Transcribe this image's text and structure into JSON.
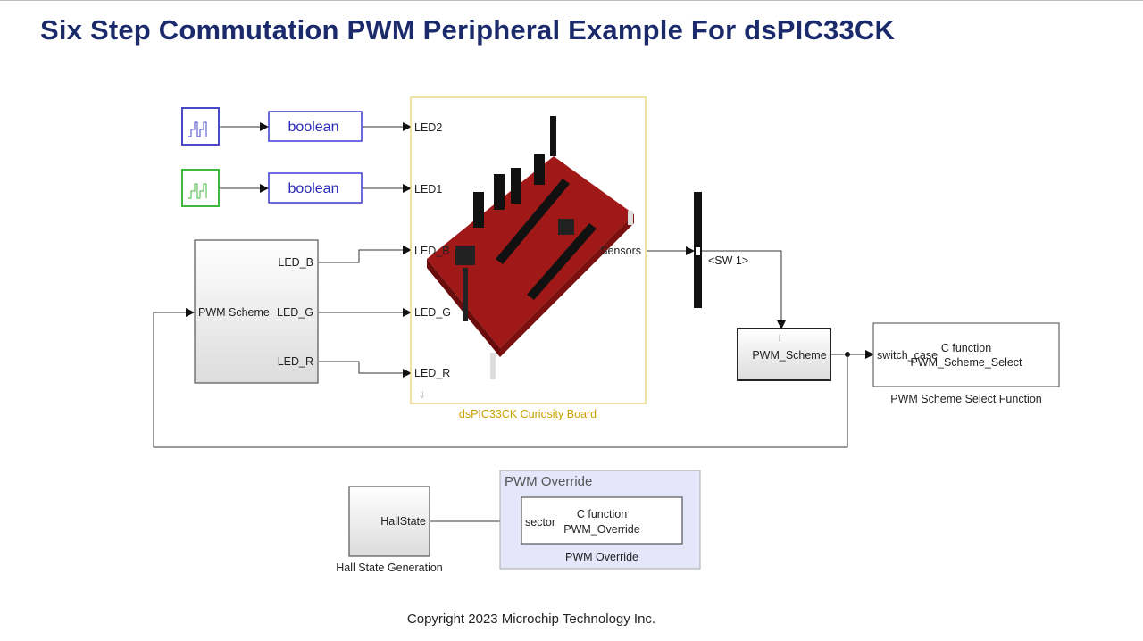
{
  "title": "Six Step Commutation PWM Peripheral Example For dsPIC33CK",
  "blocks": {
    "pulse1": {
      "icon": "pulse-generator-icon",
      "color": "#4040c0"
    },
    "pulse2": {
      "icon": "pulse-generator-icon",
      "color": "#30b030"
    },
    "convert1": {
      "label": "boolean"
    },
    "convert2": {
      "label": "boolean"
    },
    "pwm_subsystem": {
      "input": "PWM Scheme",
      "outputs": [
        "LED_B",
        "LED_G",
        "LED_R"
      ]
    },
    "board": {
      "name": "dsPIC33CK Curiosity Board",
      "inputs": [
        "LED2",
        "LED1",
        "LED_B",
        "LED_G",
        "LED_R"
      ],
      "output": "Sensors"
    },
    "bus_selector": {
      "signal": "<SW 1>"
    },
    "pwm_scheme_block": {
      "label": "PWM_Scheme"
    },
    "c_function_select": {
      "port": "switch_case",
      "line1": "C function",
      "line2": "PWM_Scheme_Select",
      "name": "PWM Scheme Select Function"
    },
    "hall_state": {
      "output": "HallState",
      "name": "Hall State Generation"
    },
    "override_area": {
      "title": "PWM Override",
      "name": "PWM Override"
    },
    "c_function_override": {
      "port": "sector",
      "line1": "C function",
      "line2": "PWM_Override"
    }
  },
  "colors": {
    "title": "#1b2a6b",
    "board_border": "#e8d98a",
    "board_label": "#c8a000",
    "area_fill": "#e6e6fb",
    "block_blue": "#3a3ad0"
  },
  "copyright": "Copyright 2023 Microchip Technology Inc."
}
